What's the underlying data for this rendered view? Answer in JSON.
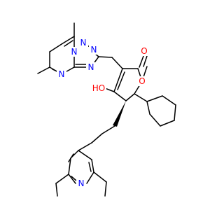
{
  "molecule": {
    "atoms": {
      "n_triazole_1": "N",
      "n_triazole_2": "N",
      "n_bridge": "N",
      "n_pyrimidine": "N",
      "o_carbonyl": "O",
      "o_ring": "O",
      "hydroxyl": "HO",
      "n_pyridine": "N"
    },
    "colors": {
      "carbon": "#000000",
      "nitrogen": "#0000ff",
      "oxygen": "#ff0000"
    }
  }
}
